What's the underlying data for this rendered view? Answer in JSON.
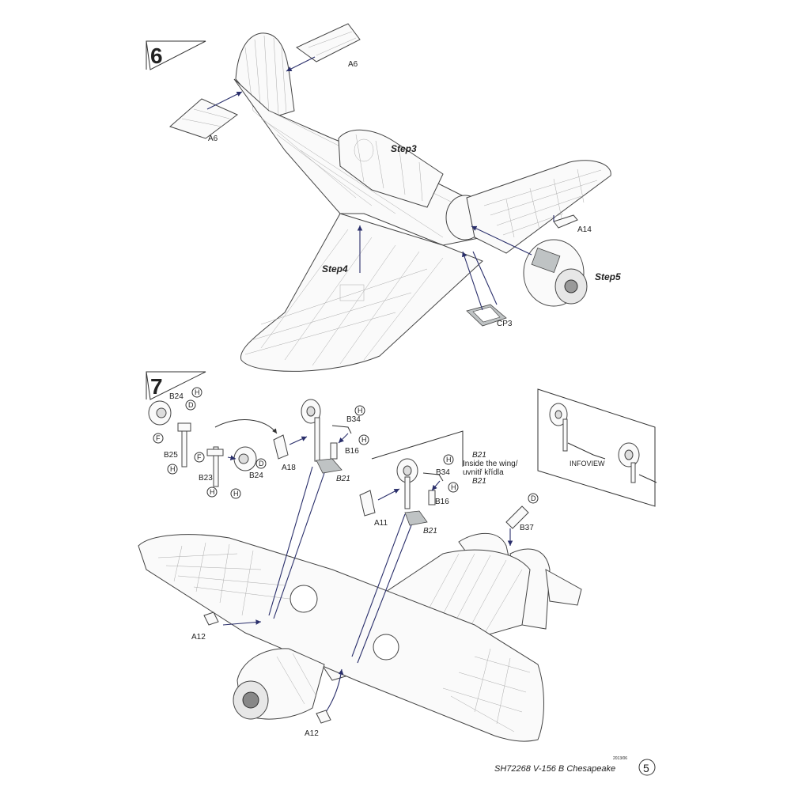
{
  "steps": [
    {
      "number": "6",
      "sub_labels": [
        "Step3",
        "Step4",
        "Step5"
      ]
    },
    {
      "number": "7"
    }
  ],
  "parts": {
    "A6_top": "A6",
    "A6_left": "A6",
    "A14": "A14",
    "CP3": "CP3",
    "B24_a": "B24",
    "B25": "B25",
    "B23": "B23",
    "B24_b": "B24",
    "A18": "A18",
    "B34_a": "B34",
    "B16_a": "B16",
    "B21_a": "B21",
    "B34_b": "B34",
    "B16_b": "B16",
    "B21_b": "B21",
    "A11": "A11",
    "B37": "B37",
    "A12_a": "A12",
    "A12_b": "A12",
    "B21_note": "B21",
    "B21_note2": "B21"
  },
  "notes": {
    "inside_wing_en": "Inside the wing/",
    "inside_wing_cz": "uvnitř křídla",
    "infoview": "INFOVIEW"
  },
  "glue_marks": {
    "H": "H",
    "D": "D",
    "F": "F"
  },
  "footer": {
    "date": "2013/06",
    "title": "SH72268 V-156 B Chesapeake",
    "page": "5"
  }
}
